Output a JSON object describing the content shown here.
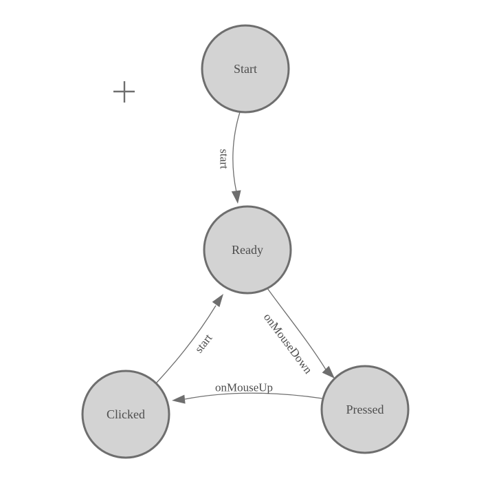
{
  "diagram": {
    "type": "state-machine",
    "background": "#ffffff",
    "colors": {
      "background": "#ffffff",
      "node_fill": "#d3d3d3",
      "node_stroke": "#6e6e6e",
      "edge_color": "#6e6e6e",
      "text_color": "#4d4d4d"
    },
    "cursor_icon": "plus-crosshair",
    "nodes": [
      {
        "id": "start",
        "label": "Start"
      },
      {
        "id": "ready",
        "label": "Ready"
      },
      {
        "id": "clicked",
        "label": "Clicked"
      },
      {
        "id": "pressed",
        "label": "Pressed"
      }
    ],
    "edges": [
      {
        "from": "start",
        "to": "ready",
        "label": "start"
      },
      {
        "from": "ready",
        "to": "pressed",
        "label": "onMouseDown"
      },
      {
        "from": "pressed",
        "to": "clicked",
        "label": "onMouseUp"
      },
      {
        "from": "clicked",
        "to": "ready",
        "label": "start"
      }
    ]
  }
}
